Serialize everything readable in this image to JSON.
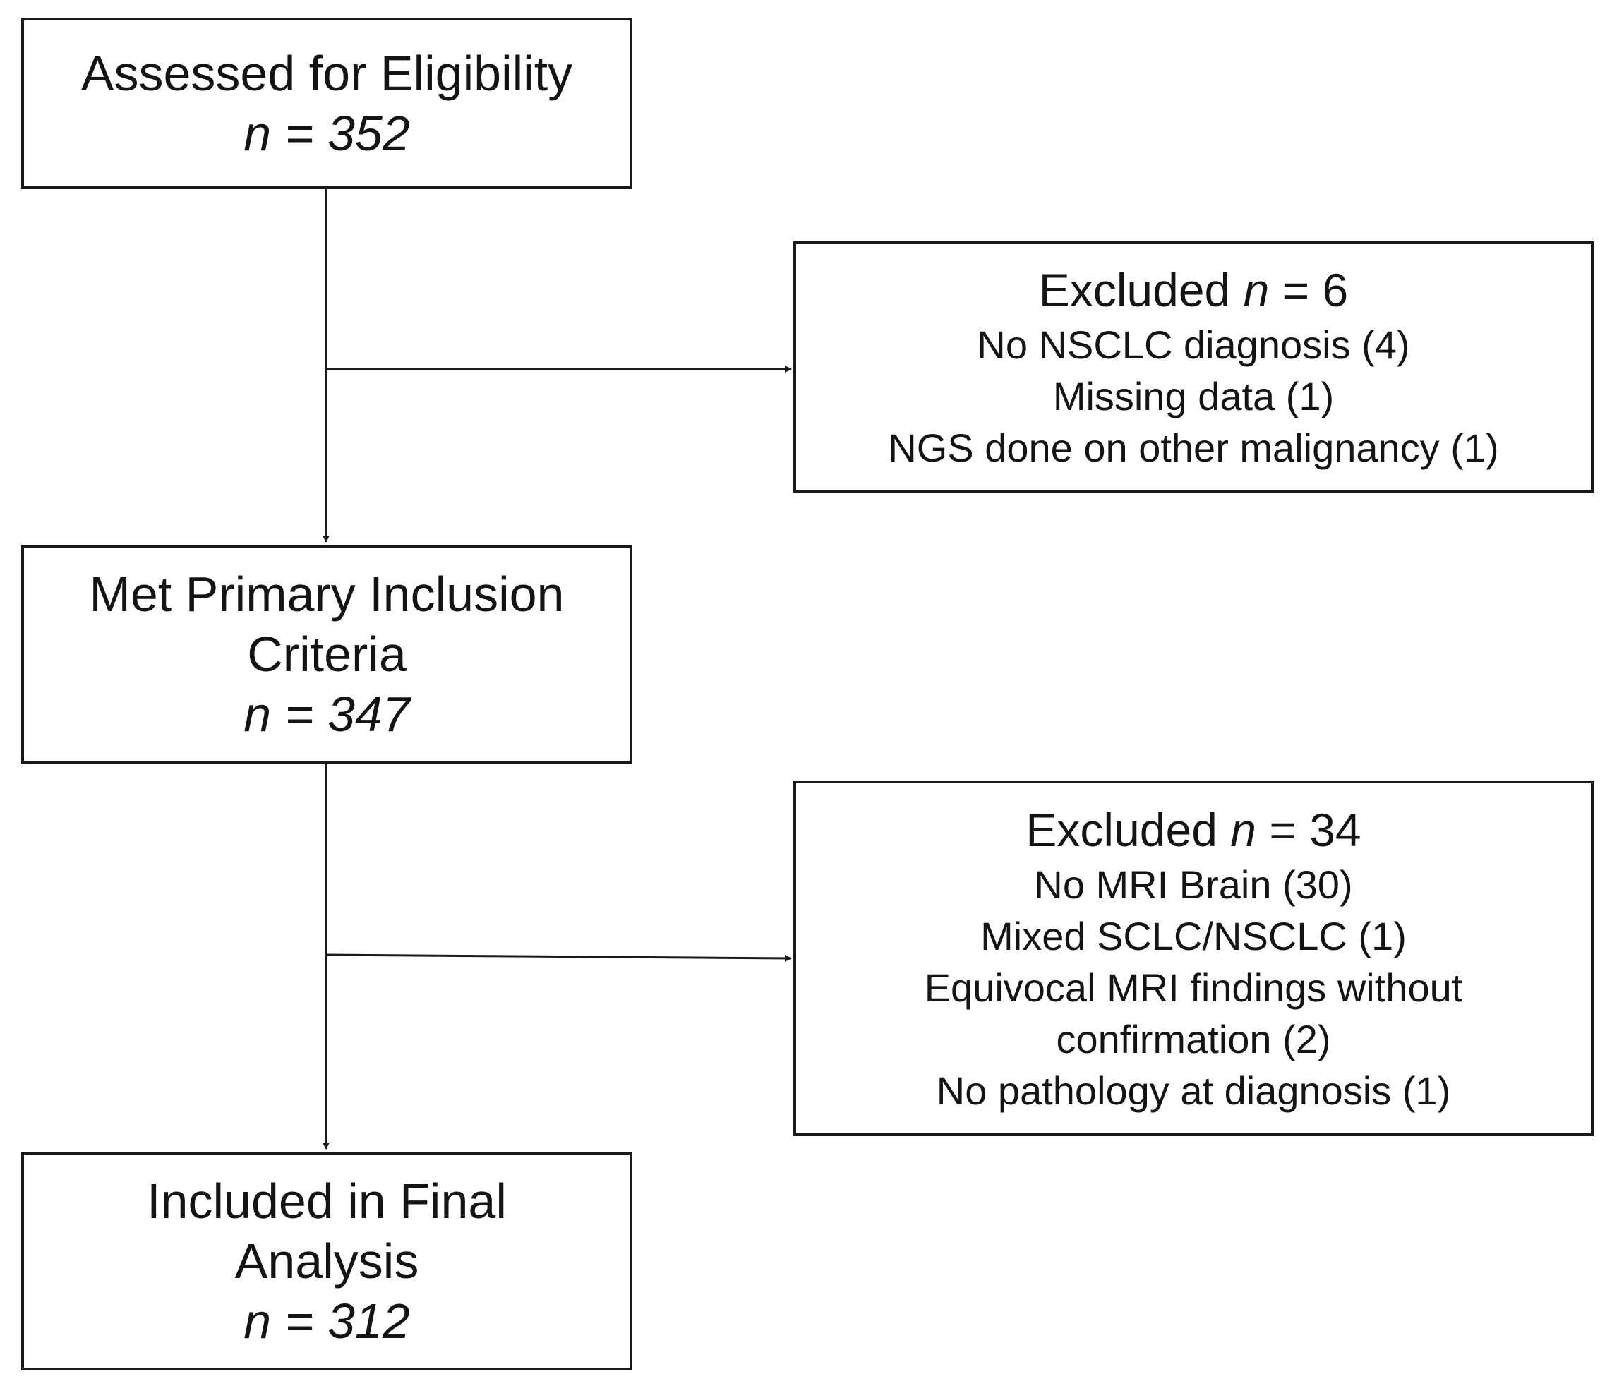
{
  "boxes": {
    "assessed": {
      "title_lines": [
        "Assessed for Eligibility"
      ],
      "count": "n = 352"
    },
    "primary": {
      "title_lines": [
        "Met Primary Inclusion",
        "Criteria"
      ],
      "count": "n = 347"
    },
    "final": {
      "title_lines": [
        "Included in Final",
        "Analysis"
      ],
      "count": "n = 312"
    }
  },
  "exclusions": [
    {
      "label": "Excluded",
      "n_symbol": "n",
      "count": "= 6",
      "reasons": [
        "No NSCLC diagnosis (4)",
        "Missing data (1)",
        "NGS done on other malignancy (1)"
      ]
    },
    {
      "label": "Excluded",
      "n_symbol": "n",
      "count": "= 34",
      "reasons": [
        "No MRI Brain (30)",
        "Mixed SCLC/NSCLC (1)",
        "Equivocal MRI findings without",
        "confirmation (2)",
        "No pathology at diagnosis (1)"
      ]
    }
  ]
}
